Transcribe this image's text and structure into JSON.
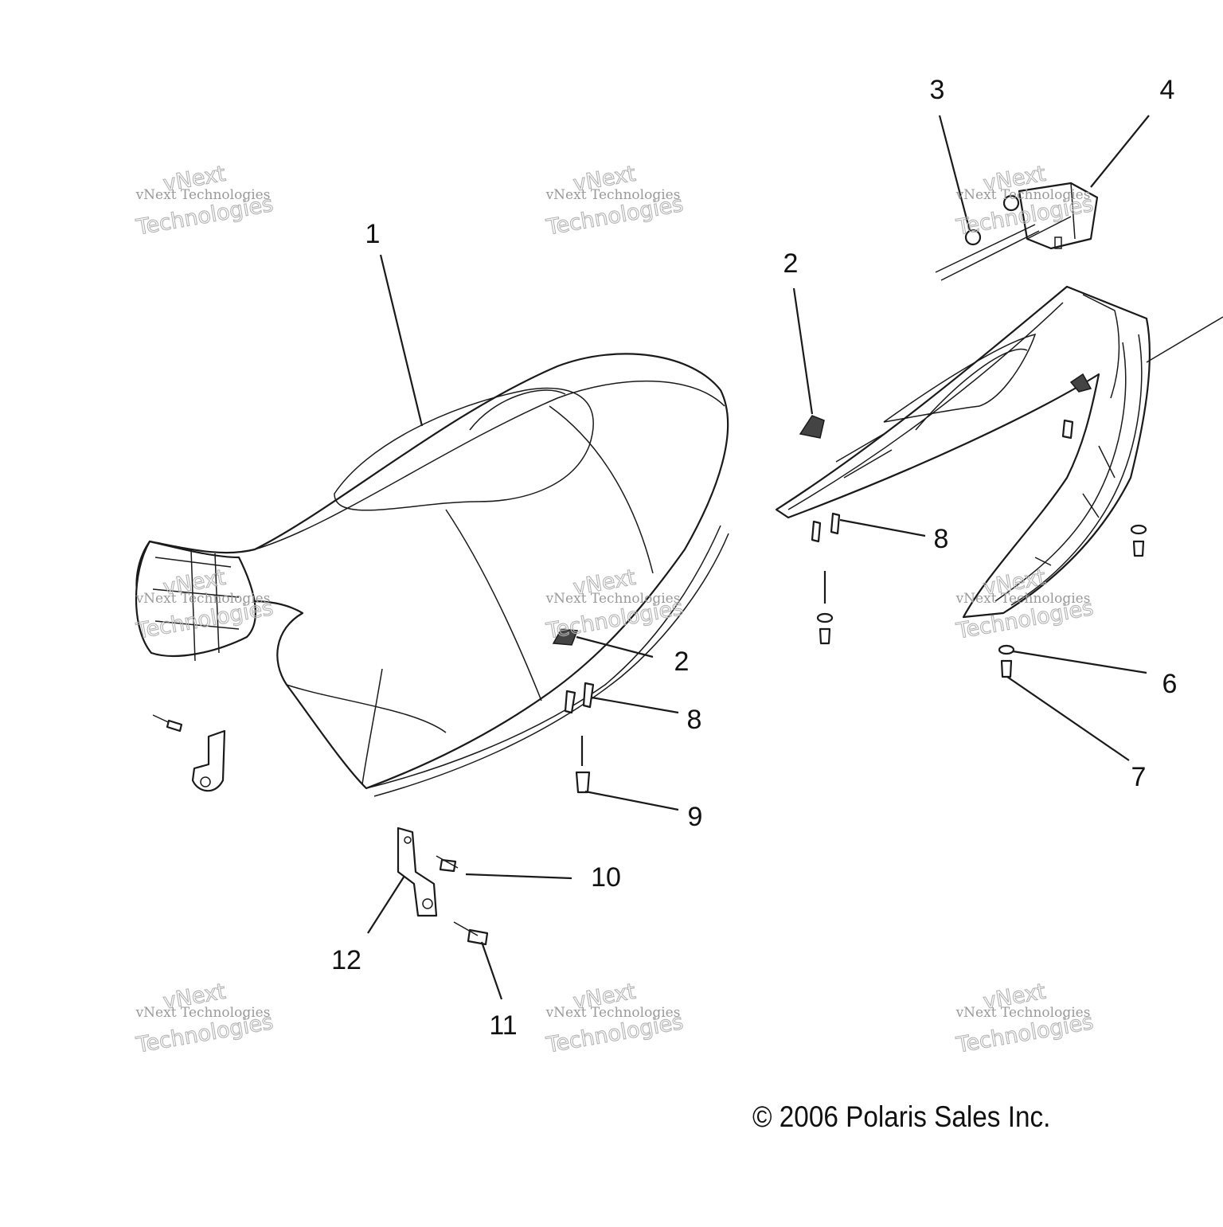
{
  "callouts": {
    "c1": "1",
    "c2a": "2",
    "c2b": "2",
    "c3": "3",
    "c4": "4",
    "c6": "6",
    "c7": "7",
    "c8a": "8",
    "c8b": "8",
    "c9": "9",
    "c10": "10",
    "c11": "11",
    "c12": "12"
  },
  "watermark": {
    "line1": "vNext",
    "line2": "vNext Technologies",
    "line3": "Technologies"
  },
  "copyright": "© 2006 Polaris Sales Inc."
}
